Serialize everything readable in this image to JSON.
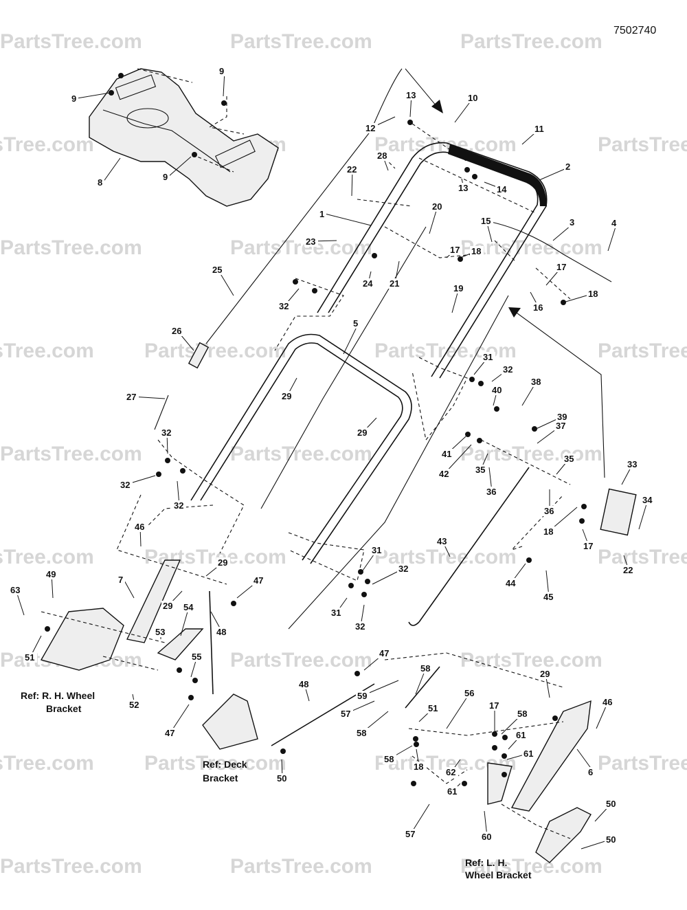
{
  "document_id": "7502740",
  "watermark": "PartsTree.com",
  "references": {
    "rh_wheel_bracket_line1": "Ref: R. H. Wheel",
    "rh_wheel_bracket_line2": "Bracket",
    "deck_bracket_line1": "Ref: Deck",
    "deck_bracket_line2": "Bracket",
    "lh_wheel_bracket_line1": "Ref: L. H.",
    "lh_wheel_bracket_line2": "Wheel Bracket"
  },
  "callouts": [
    "1",
    "2",
    "3",
    "4",
    "5",
    "6",
    "7",
    "8",
    "9",
    "10",
    "11",
    "12",
    "13",
    "14",
    "15",
    "16",
    "17",
    "18",
    "19",
    "20",
    "21",
    "22",
    "23",
    "24",
    "25",
    "26",
    "27",
    "28",
    "29",
    "31",
    "32",
    "33",
    "34",
    "35",
    "36",
    "37",
    "38",
    "39",
    "40",
    "41",
    "42",
    "43",
    "44",
    "45",
    "46",
    "47",
    "48",
    "49",
    "50",
    "51",
    "52",
    "53",
    "54",
    "55",
    "56",
    "57",
    "58",
    "59",
    "60",
    "61",
    "62",
    "63"
  ]
}
